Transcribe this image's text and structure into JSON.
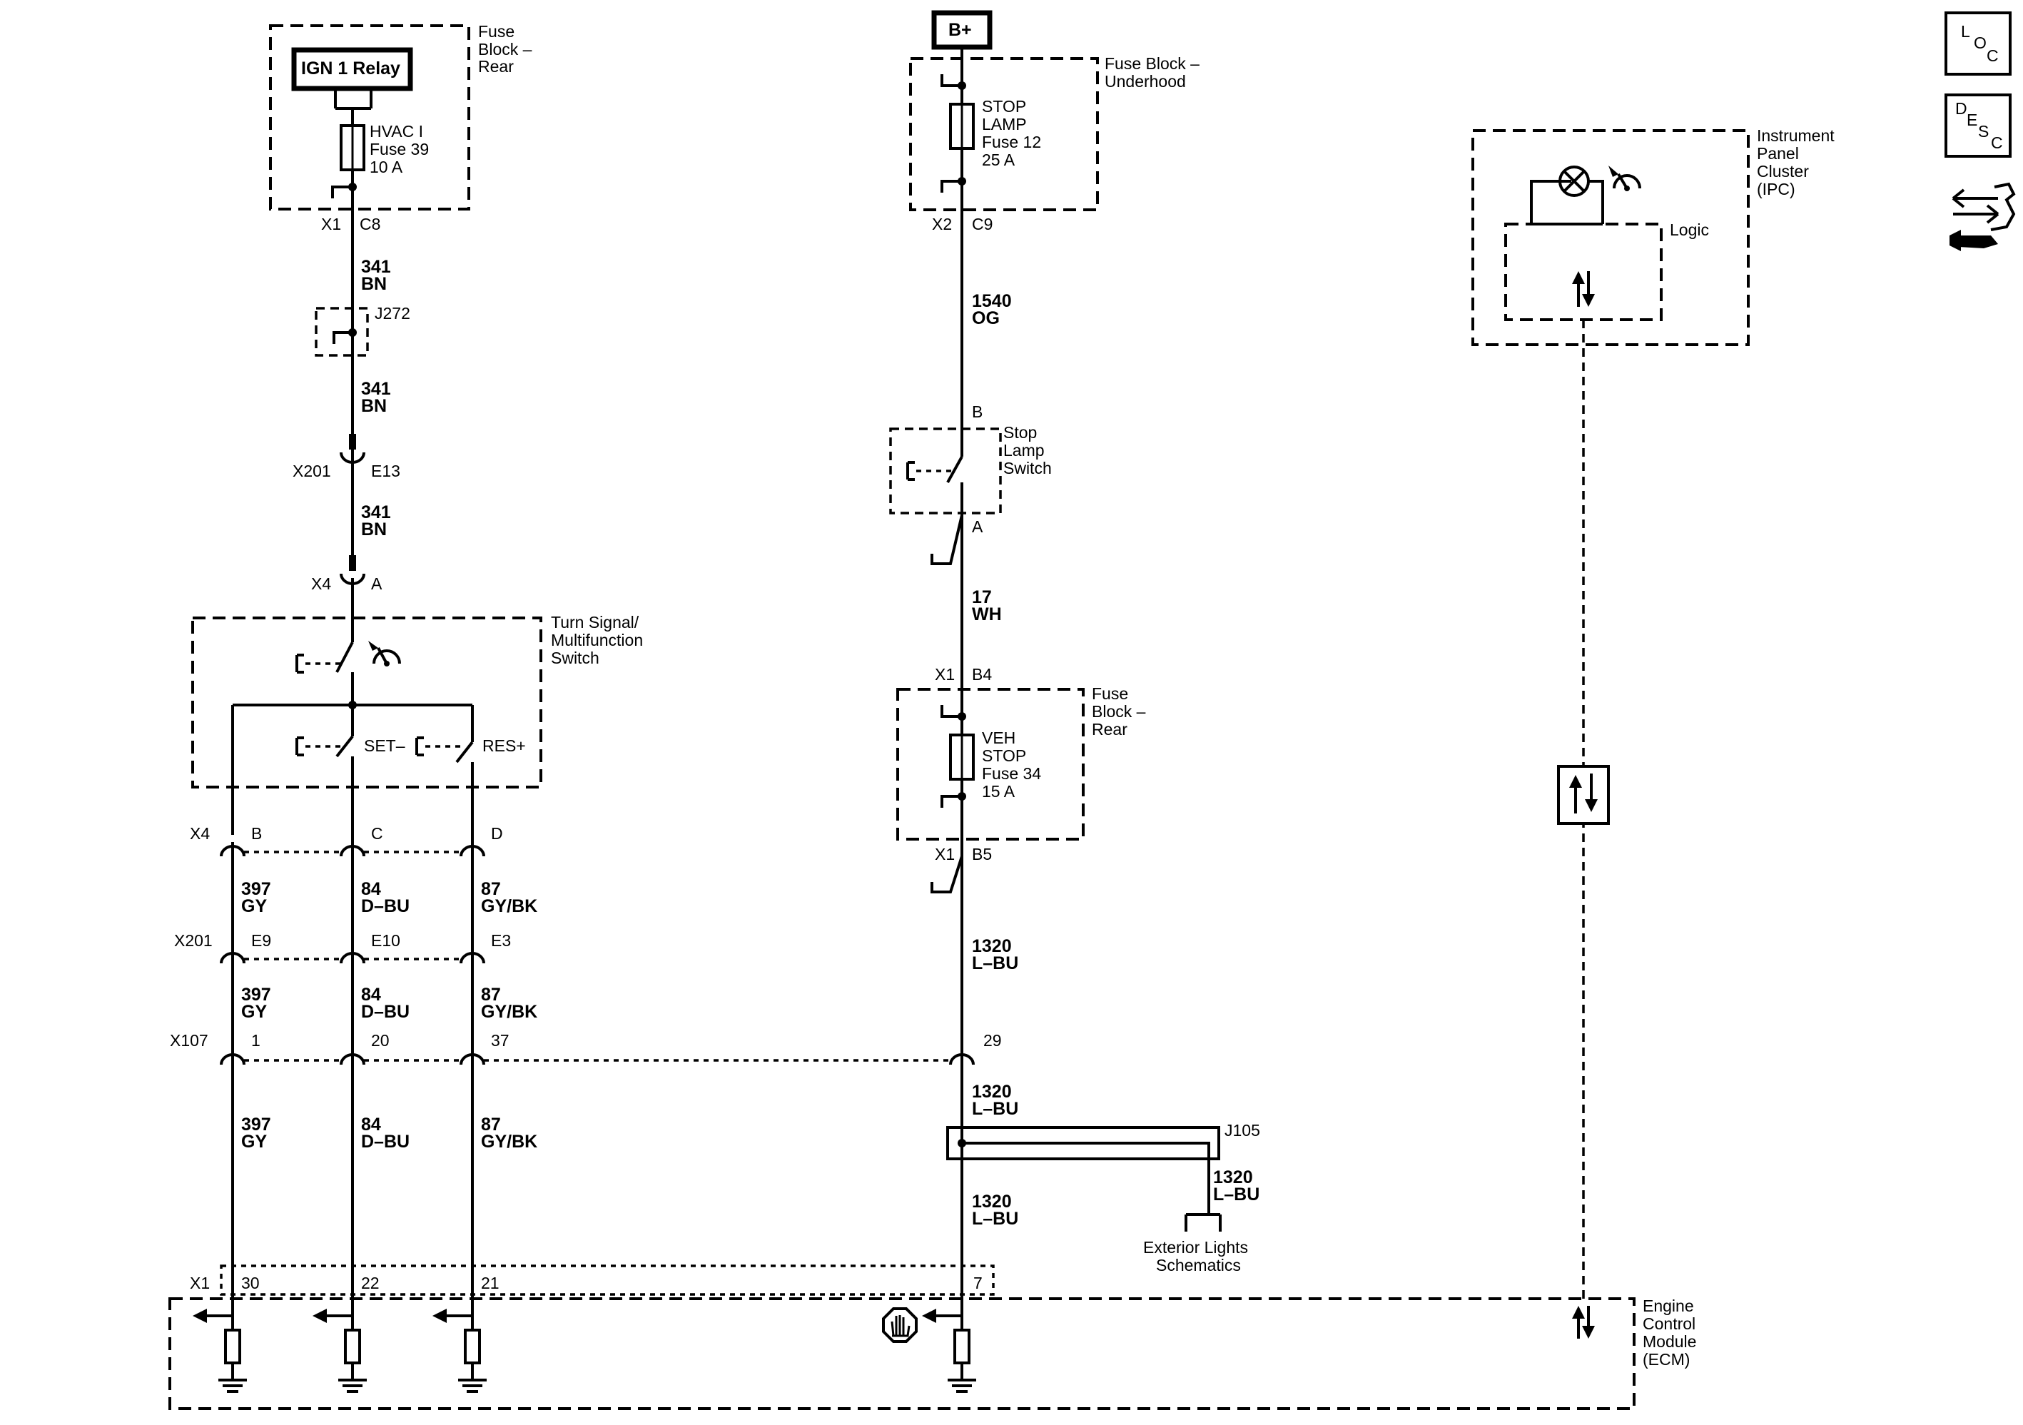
{
  "nav": {
    "loc": [
      "L",
      "O",
      "C"
    ],
    "desc": [
      "D",
      "E",
      "S",
      "C"
    ]
  },
  "power": {
    "ign_relay": "IGN 1 Relay",
    "bplus": "B+"
  },
  "fuse_block_rear_top": {
    "title": [
      "Fuse",
      "Block –",
      "Rear"
    ],
    "fuse": [
      "HVAC I",
      "Fuse 39",
      "10 A"
    ],
    "conn": "X1",
    "pin": "C8"
  },
  "fuse_block_underhood": {
    "title": [
      "Fuse Block –",
      "Underhood"
    ],
    "fuse": [
      "STOP",
      "LAMP",
      "Fuse 12",
      "25 A"
    ],
    "conn": "X2",
    "pin": "C9"
  },
  "ipc": {
    "title": [
      "Instrument",
      "Panel",
      "Cluster",
      "(IPC)"
    ],
    "logic": "Logic"
  },
  "left_circuit": {
    "wire_a": [
      "341",
      "BN"
    ],
    "splice": "J272",
    "wire_b": [
      "341",
      "BN"
    ],
    "x201_conn": "X201",
    "x201_pin": "E13",
    "wire_c": [
      "341",
      "BN"
    ],
    "x4_conn": "X4",
    "x4_pin": "A"
  },
  "turn_switch": {
    "title": [
      "Turn Signal/",
      "Multifunction",
      "Switch"
    ],
    "set": "SET–",
    "res": "RES+"
  },
  "x4_row": {
    "conn": "X4",
    "pins": [
      "B",
      "C",
      "D"
    ]
  },
  "wires_row1": [
    [
      "397",
      "GY"
    ],
    [
      "84",
      "D–BU"
    ],
    [
      "87",
      "GY/BK"
    ]
  ],
  "x201_row": {
    "conn": "X201",
    "pins": [
      "E9",
      "E10",
      "E3"
    ]
  },
  "wires_row2": [
    [
      "397",
      "GY"
    ],
    [
      "84",
      "D–BU"
    ],
    [
      "87",
      "GY/BK"
    ]
  ],
  "x107_row": {
    "conn": "X107",
    "pins": [
      "1",
      "20",
      "37",
      "29"
    ]
  },
  "wires_row3": [
    [
      "397",
      "GY"
    ],
    [
      "84",
      "D–BU"
    ],
    [
      "87",
      "GY/BK"
    ]
  ],
  "x1_row": {
    "conn": "X1",
    "pins": [
      "30",
      "22",
      "21",
      "7"
    ]
  },
  "stop_circuit": {
    "wire_a": [
      "1540",
      "OG"
    ],
    "switch_pin_b": "B",
    "switch_title": [
      "Stop",
      "Lamp",
      "Switch"
    ],
    "switch_pin_a": "A",
    "wire_b": [
      "17",
      "WH"
    ],
    "x1_top_conn": "X1",
    "x1_top_pin": "B4",
    "fbr_title": [
      "Fuse",
      "Block –",
      "Rear"
    ],
    "fuse": [
      "VEH",
      "STOP",
      "Fuse 34",
      "15 A"
    ],
    "x1_bot_conn": "X1",
    "x1_bot_pin": "B5",
    "wire_c": [
      "1320",
      "L–BU"
    ],
    "wire_d": [
      "1320",
      "L–BU"
    ],
    "splice": "J105",
    "wire_e": [
      "1320",
      "L–BU"
    ],
    "wire_f": [
      "1320",
      "L–BU"
    ],
    "ext_lights": [
      "Exterior Lights",
      "Schematics"
    ]
  },
  "ecm": {
    "title": [
      "Engine",
      "Control",
      "Module",
      "(ECM)"
    ]
  }
}
